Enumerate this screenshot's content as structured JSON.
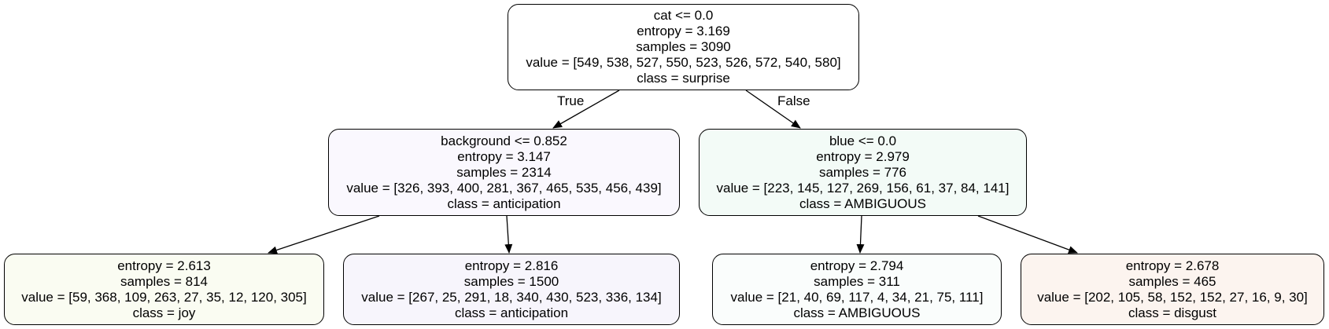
{
  "colors": {
    "root": "#ffffff",
    "left": "#faf8fe",
    "right": "#f3fbf7",
    "ll": "#fafcf2",
    "lr": "#f7f5fc",
    "rl": "#fafdfc",
    "rr": "#fcf4ef",
    "edge": "#000000"
  },
  "edge_labels": {
    "true_label": "True",
    "false_label": "False"
  },
  "nodes": {
    "root": {
      "split": "cat <= 0.0",
      "entropy": "entropy = 3.169",
      "samples": "samples = 3090",
      "value": "value = [549, 538, 527, 550, 523, 526, 572, 540, 580]",
      "class": "class = surprise"
    },
    "left": {
      "split": "background <= 0.852",
      "entropy": "entropy = 3.147",
      "samples": "samples = 2314",
      "value": "value = [326, 393, 400, 281, 367, 465, 535, 456, 439]",
      "class": "class = anticipation"
    },
    "right": {
      "split": "blue <= 0.0",
      "entropy": "entropy = 2.979",
      "samples": "samples = 776",
      "value": "value = [223, 145, 127, 269, 156, 61, 37, 84, 141]",
      "class": "class = AMBIGUOUS"
    },
    "ll": {
      "entropy": "entropy = 2.613",
      "samples": "samples = 814",
      "value": "value = [59, 368, 109, 263, 27, 35, 12, 120, 305]",
      "class": "class = joy"
    },
    "lr": {
      "entropy": "entropy = 2.816",
      "samples": "samples = 1500",
      "value": "value = [267, 25, 291, 18, 340, 430, 523, 336, 134]",
      "class": "class = anticipation"
    },
    "rl": {
      "entropy": "entropy = 2.794",
      "samples": "samples = 311",
      "value": "value = [21, 40, 69, 117, 4, 34, 21, 75, 111]",
      "class": "class = AMBIGUOUS"
    },
    "rr": {
      "entropy": "entropy = 2.678",
      "samples": "samples = 465",
      "value": "value = [202, 105, 58, 152, 152, 27, 16, 9, 30]",
      "class": "class = disgust"
    }
  }
}
